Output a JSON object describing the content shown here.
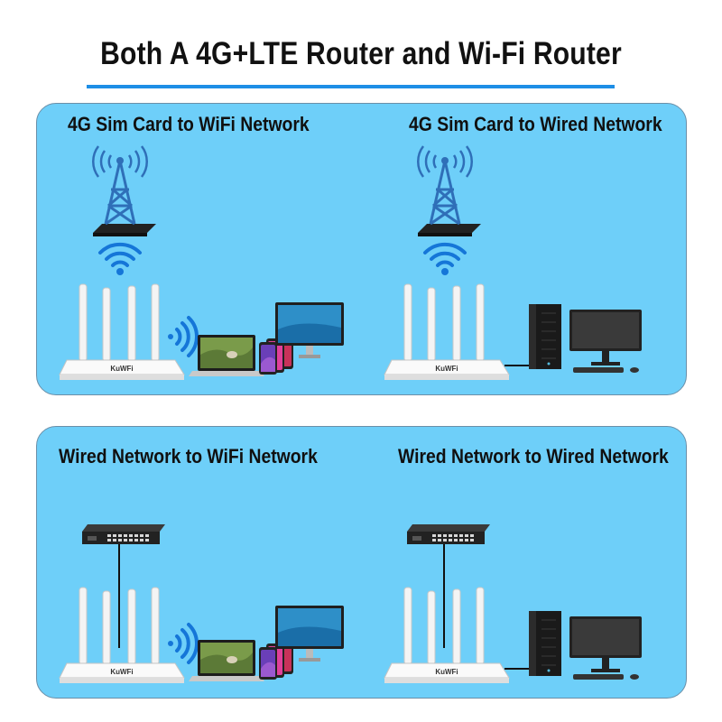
{
  "title": "Both A 4G+LTE Router and Wi-Fi Router",
  "panels": {
    "top": {
      "left_heading": "4G Sim Card to WiFi Network",
      "right_heading": "4G Sim Card to Wired Network"
    },
    "bottom": {
      "left_heading": "Wired Network to WiFi Network",
      "right_heading": "Wired Network to Wired Network"
    }
  },
  "router_brand": "KuWFi",
  "icons": [
    "cell-tower-icon",
    "wifi-icon",
    "router-icon",
    "laptop-icon",
    "phone-icon",
    "monitor-icon",
    "desktop-tower-icon",
    "network-switch-icon"
  ],
  "colors": {
    "panel_bg": "#6ecff9",
    "accent": "#1e8ee6"
  }
}
